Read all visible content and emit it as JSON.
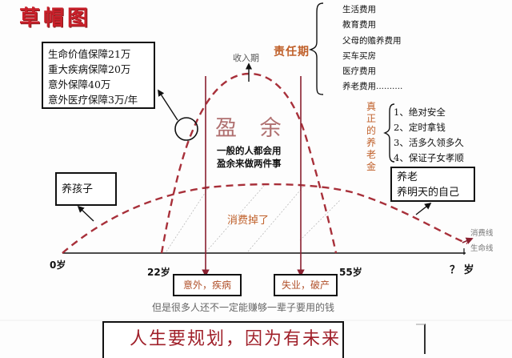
{
  "title": "草帽图",
  "protection_box": {
    "lines": [
      "生命价值保障21万",
      "重大疾病保障20万",
      "意外保障40万",
      "意外医疗保障3万/年"
    ]
  },
  "income_period_label": "收入期",
  "responsibility_period_label": "责任期",
  "expenses": [
    "生活费用",
    "教育费用",
    "父母的赡养费用",
    "买车买房",
    "医疗费用",
    "养老费用.........."
  ],
  "surplus": {
    "title": "盈 余",
    "note_lines": [
      "一般的人都会用",
      "盈余来做两件事"
    ]
  },
  "real_pension": {
    "vertical_label": [
      "真",
      "正",
      "的",
      "养",
      "老",
      "金"
    ],
    "items": [
      "1、绝对安全",
      "2、定时拿钱",
      "3、活多久领多久",
      "4、保证子女孝顺"
    ]
  },
  "retirement_box": {
    "lines": [
      "养老",
      "养明天的自己"
    ]
  },
  "child_box": {
    "label": "养孩子"
  },
  "consumed_label": "消费掉了",
  "line_labels": {
    "consumption": "消费线",
    "life": "生命线"
  },
  "ages": {
    "birth": "0岁",
    "start_work": "22岁",
    "retire": "55岁",
    "end": "？ 岁"
  },
  "risks": {
    "early": "意外，疾病",
    "late": "失业，破产"
  },
  "bottom_note": "但是很多人还不一定能赚够一辈子要用的钱",
  "slogan": "人生要规划，因为有未来",
  "colors": {
    "title": "#c8202a",
    "dashed_curve": "#a8303a",
    "vertical_line": "#8a2030",
    "accent_text": "#c0602a",
    "slogan": "#a0202a"
  }
}
